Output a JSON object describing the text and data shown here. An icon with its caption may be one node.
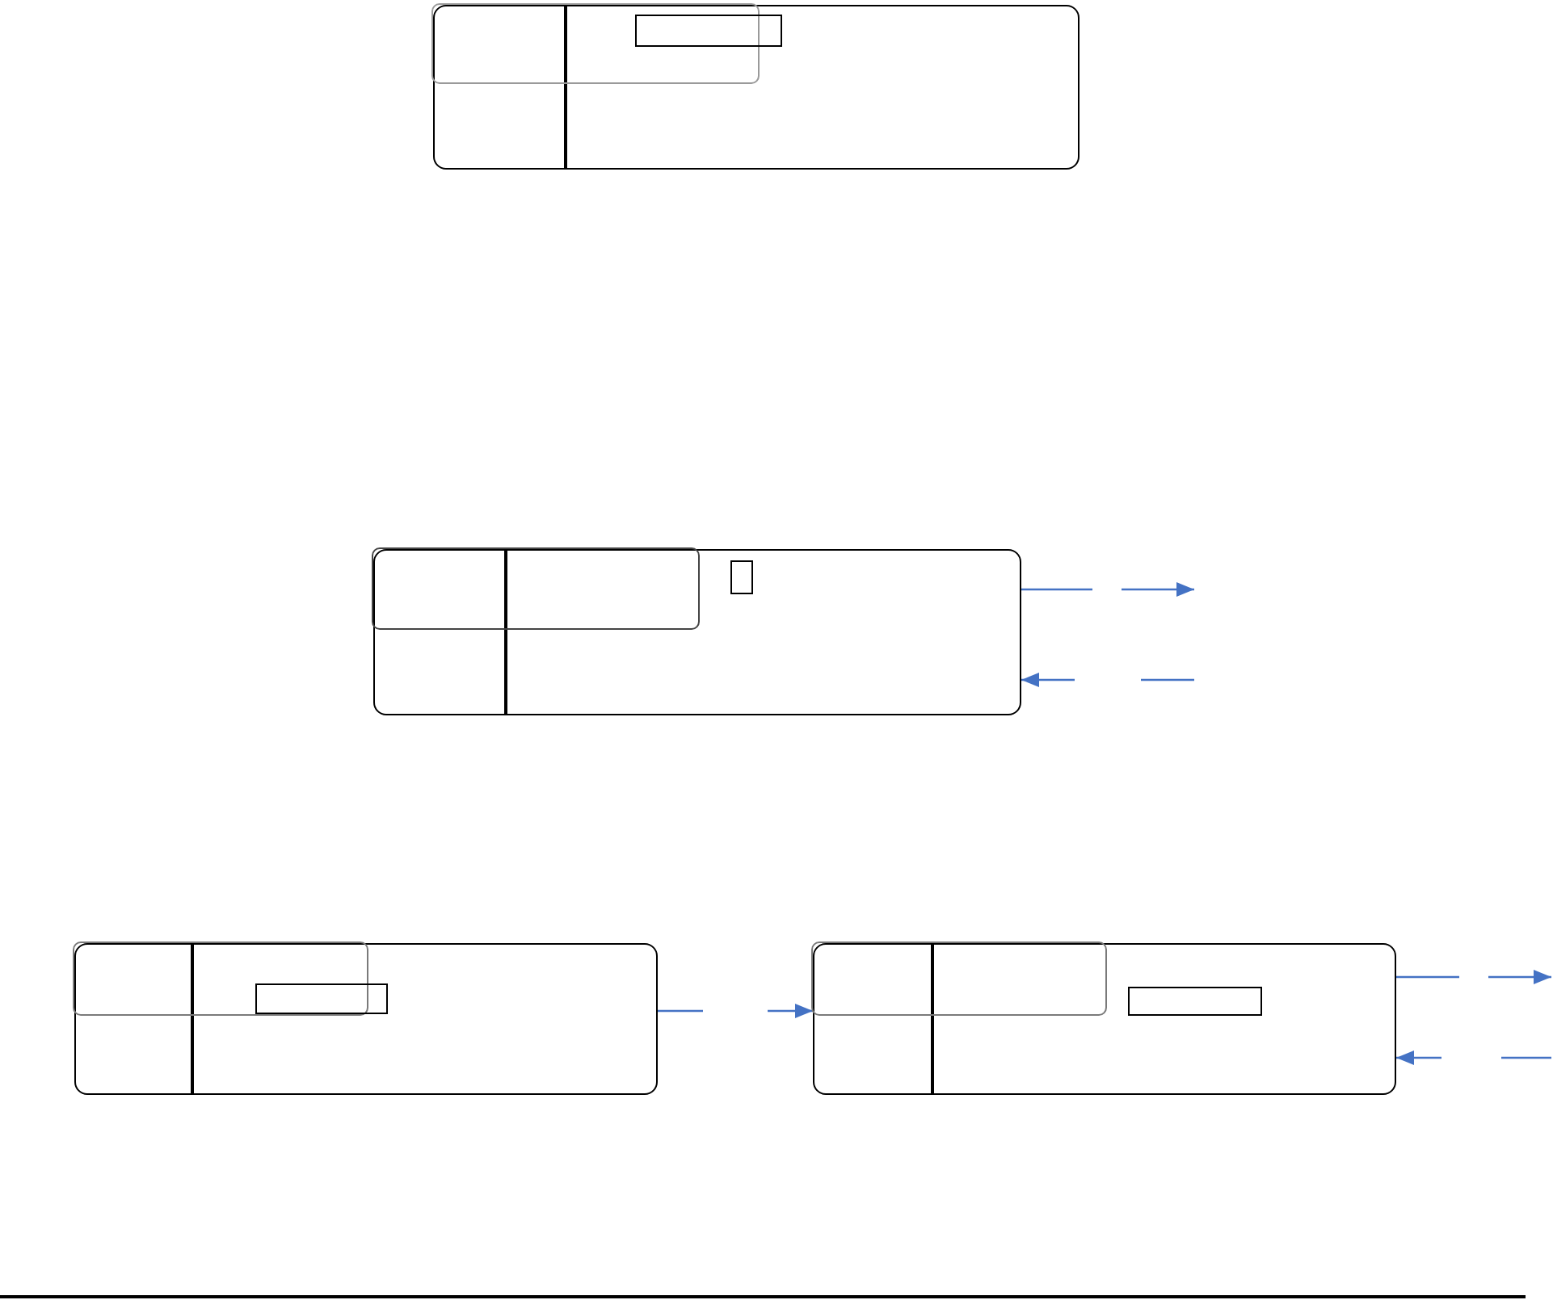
{
  "diagram": {
    "nodes": [
      {
        "text": [],
        "shape": "box"
      },
      {
        "text": [],
        "shape": "box",
        "in": 0
      },
      {
        "text": [],
        "shape": "box",
        "in": 0
      },
      {
        "text": [],
        "shape": "box"
      },
      {
        "text": [],
        "shape": "box",
        "in": 3
      },
      {
        "text": [],
        "shape": "box",
        "in": 3
      },
      {
        "text": [],
        "shape": "box"
      },
      {
        "text": [],
        "shape": "box",
        "in": 6
      },
      {
        "text": [],
        "shape": "box",
        "in": 6
      },
      {
        "text": [],
        "shape": "box"
      },
      {
        "text": [],
        "shape": "box",
        "in": 9
      },
      {
        "text": [],
        "shape": "box",
        "in": 9
      }
    ],
    "edges": [
      {
        "from": 3,
        "to": null,
        "arrow": "to"
      },
      {
        "from": null,
        "to": 3,
        "arrow": "to"
      },
      {
        "from": 6,
        "to": 9,
        "arrow": "to"
      },
      {
        "from": 9,
        "to": null,
        "arrow": "to"
      },
      {
        "from": null,
        "to": 9,
        "arrow": "to"
      }
    ]
  }
}
